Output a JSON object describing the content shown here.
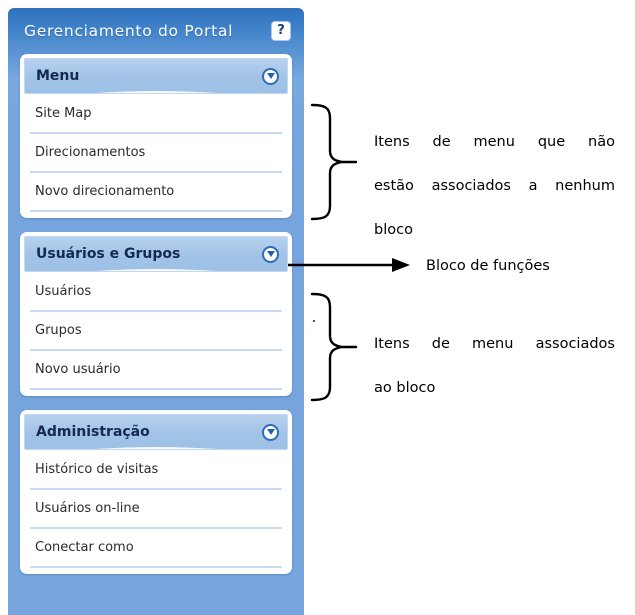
{
  "panel": {
    "title": "Gerenciamento do Portal",
    "help_icon_label": "?",
    "accent_blue": "#76a5de",
    "header_blue": "#2f72bd",
    "block_header_blue": "#a2c3e7",
    "separator_blue": "#c6daf1",
    "blocks": [
      {
        "title": "Menu",
        "items": [
          {
            "label": "Site Map"
          },
          {
            "label": "Direcionamentos"
          },
          {
            "label": "Novo direcionamento"
          }
        ]
      },
      {
        "title": "Usuários e Grupos",
        "items": [
          {
            "label": "Usuários"
          },
          {
            "label": "Grupos"
          },
          {
            "label": "Novo usuário"
          }
        ]
      },
      {
        "title": "Administração",
        "items": [
          {
            "label": "Histórico de visitas"
          },
          {
            "label": "Usuários on-line"
          },
          {
            "label": "Conectar como"
          }
        ]
      }
    ]
  },
  "annotations": [
    {
      "id": "unassociated-items",
      "type": "brace",
      "line1": "Itens de menu que não",
      "line2": "estão associados a nenhum",
      "line3": "bloco"
    },
    {
      "id": "function-block",
      "type": "arrow",
      "text": "Bloco de funções"
    },
    {
      "id": "associated-items",
      "type": "brace",
      "line1": "Itens de menu associados",
      "line2": "ao bloco"
    }
  ]
}
